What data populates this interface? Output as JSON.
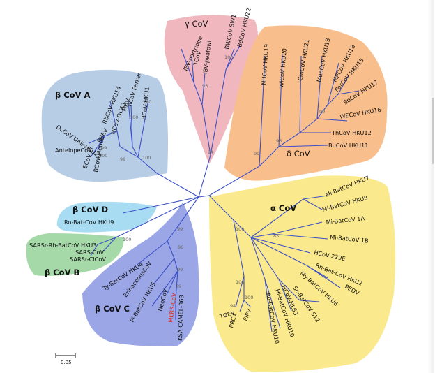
{
  "groups": {
    "gamma": "γ CoV",
    "delta": "δ CoV",
    "betaA": "β CoV A",
    "betaB": "β CoV B",
    "betaC": "β CoV C",
    "betaD": "β CoV D",
    "alpha": "α CoV"
  },
  "colors": {
    "gamma": "#f0b7bf",
    "delta": "#f8be8c",
    "betaA": "#b7cde6",
    "betaB": "#a5d9a8",
    "betaC": "#9aa6e6",
    "betaD": "#a7dcf3",
    "alpha": "#fbe98d",
    "branch": "#3b4fc4",
    "highlight": "#e0261a"
  },
  "leaves": {
    "ibv_partridge": "IBV-partridge",
    "tcov": "TCoV",
    "ibv_peafowl": "IBV-peafowl",
    "bwcov_sw1": "BWCoV SW1",
    "bdcov_hku22": "BdCoV HKU22",
    "nhcov_hku19": "NHCoV HKU19",
    "wicov_hku20": "WiCoV HKU20",
    "cmcov_hku21": "CmCoV HKU21",
    "muncov_hku13": "MunCoV HKU13",
    "mrcov_hku18": "MRCoV HKU18",
    "porcov_hku15": "PorCoV HKU15",
    "spcov_hku17": "SpCoV HKU17",
    "wecov_hku16": "WECoV HKU16",
    "thcov_hku12": "ThCoV HKU12",
    "bucov_hku11": "BuCoV HKU11",
    "dccov_uae_hku23": "DcCoV UAE-HKU23",
    "rbcov_hku14": "RbCoV HKU14",
    "hcov_oc43": "HCoV-OC43",
    "phev": "PHEV",
    "mhv": "MHV",
    "rcov_parker": "RCoV Parker",
    "hcov_hku1": "HCoV-HKU1",
    "antelopecov": "AntelopeCoV",
    "ecov": "ECoV",
    "bcov_mebus": "BCoV-Mebus",
    "ro_bat_cov_hku9": "Ro-Bat-CoV HKU9",
    "sarsr_rh_batcov_hku3": "SARSr-Rh-BatCoV HKU3",
    "sars_cov": "SARS-CoV",
    "sarsr_civcov": "SARSr-CiCoV",
    "ty_batcov_hku4": "Ty-BatCoV HKU4",
    "erinaceouscov": "ErinaceousCoV",
    "pi_batcov_hku5": "Pi-BatCoV HKU5",
    "neocov": "NeoCoV",
    "mers_cov": "MERS-CoV",
    "ksa_camel_363": "KSA-CAMEL-363",
    "mi_batcov_hku7": "Mi-BatCoV HKU7",
    "mi_batcov_hku8": "Mi-BatCoV HKU8",
    "mi_batcov_1a": "Mi-BatCoV 1A",
    "mi_batcov_1b": "Mi-BatCoV 1B",
    "hcov_229e": "HCoV-229E",
    "rh_batcov_hku2": "Rh-Bat-CoV HKU2",
    "pedv": "PEDV",
    "my_batcov_hku6": "My-BatCoV HKU6",
    "sc_batcov_512": "Sc-BatCoV 512",
    "hcov_nl63": "HCoV-NL63",
    "hi_batcov_hku10": "Hi-BatCoV HKU10",
    "ro_batcov_hku10": "Ro-BatCoV HKU10",
    "tgev": "TGEV",
    "prcv": "PRCV",
    "fipv": "FIPV"
  },
  "bootstrap": {
    "gamma_root": "94",
    "gamma_inner": "93",
    "gamma_top": "100",
    "delta_root": "99",
    "delta_inner": "96",
    "delta_upper": "99",
    "betaA_root": "99",
    "betaA_inner": "100",
    "betaA_mhv": "100",
    "betaA_hku1": "100",
    "betaA_ecov": "99",
    "betaA_phev": "100",
    "betaB_root": "100",
    "betaC_root": "99",
    "betaC_inner": "86",
    "betaC_mers": "99",
    "betaC_ty": "99",
    "alpha_root": "100",
    "alpha_mi": "85",
    "alpha_tgev": "100",
    "alpha_prcv": "94",
    "alpha_prcv2": "100"
  },
  "scale": {
    "label": "0.05"
  }
}
